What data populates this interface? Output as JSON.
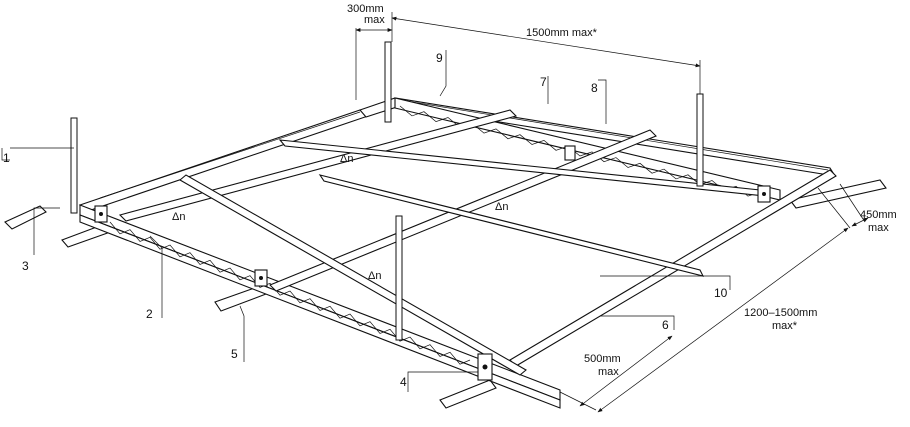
{
  "colors": {
    "line": "#111111",
    "background": "#ffffff"
  },
  "dimensions": {
    "d300": [
      "300mm",
      "max"
    ],
    "d1500": "1500mm max*",
    "d450": [
      "450mm",
      "max"
    ],
    "d1200": [
      "1200–1500mm",
      "max*"
    ],
    "d500": [
      "500mm",
      "max"
    ]
  },
  "callouts": [
    "1",
    "2",
    "3",
    "4",
    "5",
    "6",
    "7",
    "8",
    "9",
    "10"
  ],
  "marking": "Δn"
}
